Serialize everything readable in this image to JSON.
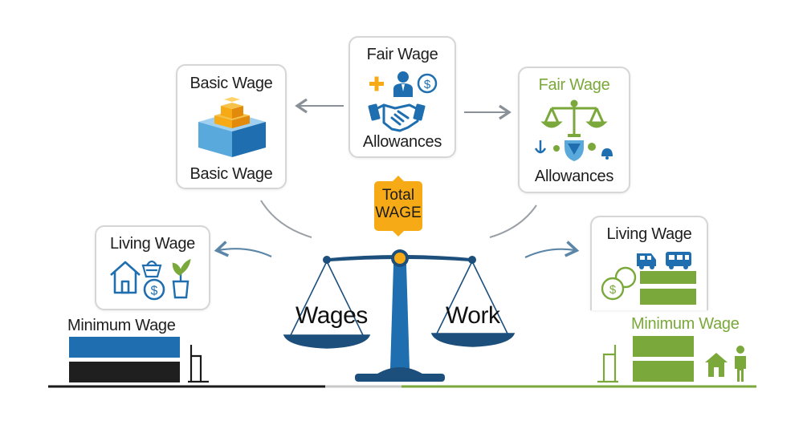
{
  "cards": {
    "fair_wage_top": {
      "title": "Fair Wage",
      "subtitle": "Allowances"
    },
    "basic_wage": {
      "title": "Basic Wage",
      "subtitle": "Basic Wage"
    },
    "fair_wage_right": {
      "title": "Fair Wage",
      "subtitle": "Allowances"
    },
    "living_wage_left": {
      "title": "Living Wage"
    },
    "living_wage_right": {
      "title": "Living Wage"
    }
  },
  "total_wage": {
    "line1": "Total",
    "line2": "WAGE"
  },
  "scale": {
    "left_pan": "Wages",
    "right_pan": "Work"
  },
  "minimum_wage_left": "Minimum Wage",
  "minimum_wage_right": "Minimum Wage",
  "colors": {
    "blue": "#1f6fb0",
    "dark_navy": "#1c4f7c",
    "green": "#7aa83a",
    "orange": "#f6ab16",
    "black_bar": "#1f1f1f"
  },
  "icons": {
    "fair_wage_top": [
      "plus-icon",
      "person-icon",
      "dollar-coin-icon",
      "handshake-icon"
    ],
    "basic_wage": [
      "stacked-blocks-icon"
    ],
    "fair_wage_right": [
      "balance-scale-icon",
      "anchor-icon",
      "shield-icon",
      "bell-icon"
    ],
    "living_wage_left": [
      "house-icon",
      "shopping-basket-icon",
      "dollar-coin-icon",
      "plant-icon"
    ],
    "living_wage_right": [
      "van-icon",
      "bus-icon",
      "coins-icon"
    ],
    "ground_right": [
      "house-icon",
      "person-icon"
    ]
  }
}
